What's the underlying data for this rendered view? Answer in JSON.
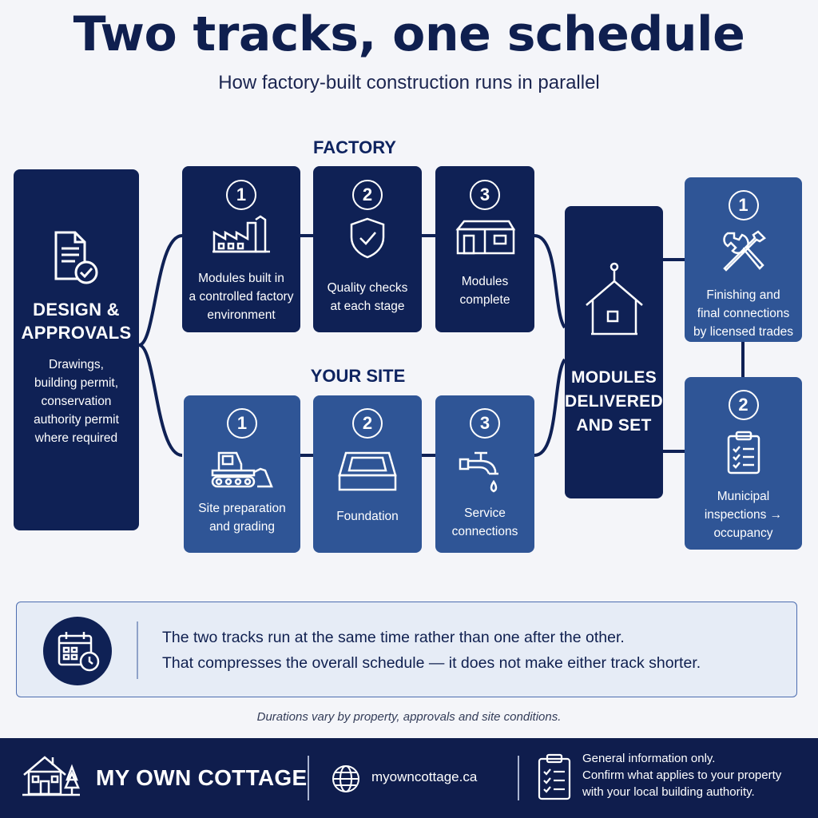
{
  "header": {
    "title": "Two tracks, one schedule",
    "subtitle": "How factory-built construction runs in parallel"
  },
  "design": {
    "title_line1": "DESIGN &",
    "title_line2": "APPROVALS",
    "desc_lines": [
      "Drawings,",
      "building permit,",
      "conservation",
      "authority permit",
      "where required"
    ]
  },
  "factory": {
    "label": "FACTORY",
    "steps": [
      {
        "num": "1",
        "lines": [
          "Modules built in",
          "a controlled factory",
          "environment"
        ]
      },
      {
        "num": "2",
        "lines": [
          "Quality checks",
          "at each stage"
        ]
      },
      {
        "num": "3",
        "lines": [
          "Modules",
          "complete"
        ]
      }
    ]
  },
  "site": {
    "label": "YOUR SITE",
    "steps": [
      {
        "num": "1",
        "lines": [
          "Site preparation",
          "and grading"
        ]
      },
      {
        "num": "2",
        "lines": [
          "Foundation"
        ]
      },
      {
        "num": "3",
        "lines": [
          "Service",
          "connections"
        ]
      }
    ]
  },
  "delivered": {
    "lines": [
      "MODULES",
      "DELIVERED",
      "AND SET"
    ]
  },
  "final": {
    "steps": [
      {
        "num": "1",
        "lines": [
          "Finishing and",
          "final connections",
          "by licensed trades"
        ]
      },
      {
        "num": "2",
        "lines": [
          "Municipal",
          "inspections →",
          "occupancy"
        ]
      }
    ]
  },
  "note": {
    "line1": "The two tracks run at the same time rather than one after the other.",
    "line2": "That compresses the overall schedule — it does not make either track shorter."
  },
  "disclaimer": "Durations vary by property, approvals and site conditions.",
  "footer": {
    "brand": "MY OWN COTTAGE",
    "website": "myowncottage.ca",
    "info_lines": [
      "General information only.",
      "Confirm what applies to your property",
      "with your local building authority."
    ]
  },
  "colors": {
    "navy": "#0f2155",
    "blue": "#2f5596",
    "background": "#f4f5f9"
  },
  "icons": [
    "document-check-icon",
    "factory-icon",
    "shield-check-icon",
    "module-house-icon",
    "bulldozer-icon",
    "foundation-icon",
    "faucet-icon",
    "delivered-house-icon",
    "tools-icon",
    "clipboard-icon",
    "calendar-clock-icon",
    "cottage-logo-icon",
    "globe-icon",
    "checklist-icon"
  ]
}
